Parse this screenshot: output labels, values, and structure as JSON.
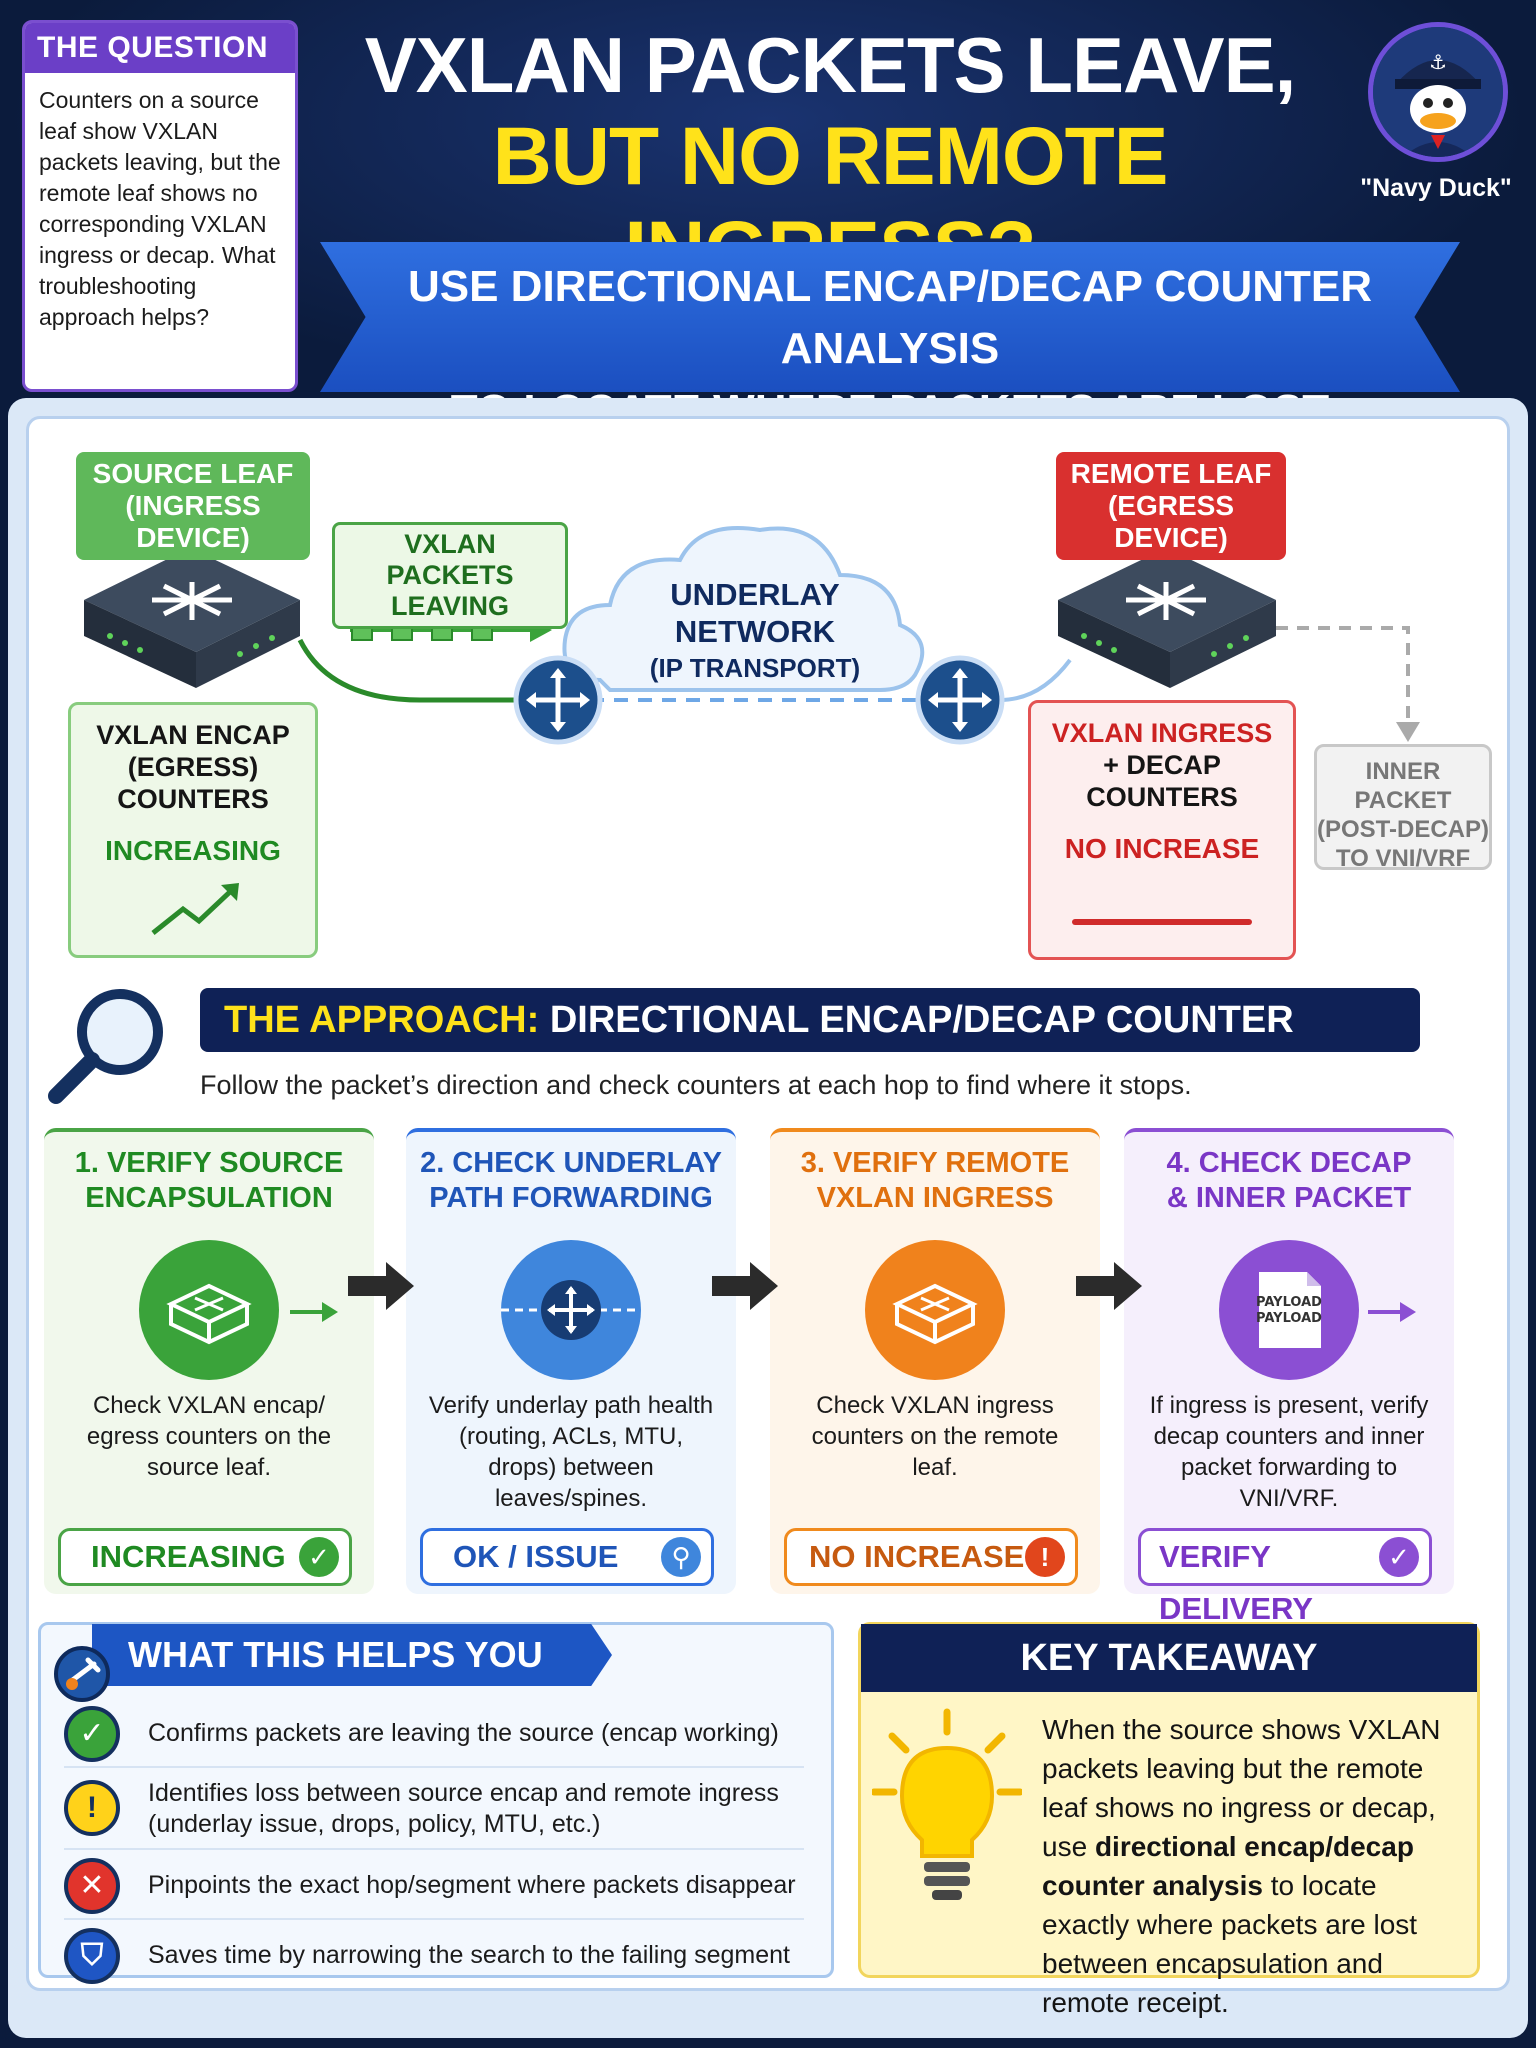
{
  "question": {
    "title": "THE QUESTION",
    "text": "Counters on a source leaf show VXLAN packets leaving, but the remote leaf shows no corresponding VXLAN ingress or decap. What troubleshooting approach helps?"
  },
  "title": {
    "line1": "VXLAN PACKETS LEAVE,",
    "line2": "BUT NO REMOTE INGRESS?",
    "banner_line1": "USE DIRECTIONAL ENCAP/DECAP COUNTER ANALYSIS",
    "banner_line2": "TO LOCATE WHERE PACKETS ARE LOST"
  },
  "mascot": {
    "label": "\"Navy Duck\"",
    "icon": "duck-icon"
  },
  "diagram": {
    "source_label_1": "SOURCE LEAF",
    "source_label_2": "(INGRESS DEVICE)",
    "remote_label_1": "REMOTE LEAF",
    "remote_label_2": "(EGRESS DEVICE)",
    "packets_label_1": "VXLAN PACKETS",
    "packets_label_2": "LEAVING",
    "cloud_line1": "UNDERLAY",
    "cloud_line2": "NETWORK",
    "cloud_line3": "(IP TRANSPORT)",
    "encap_line1": "VXLAN ENCAP",
    "encap_line2": "(EGRESS)",
    "encap_line3": "COUNTERS",
    "encap_status": "INCREASING",
    "decap_line1": "VXLAN INGRESS",
    "decap_line2": "+ DECAP",
    "decap_line3": "COUNTERS",
    "decap_status": "NO INCREASE",
    "inner_line1": "INNER PACKET",
    "inner_line2": "(POST-DECAP)",
    "inner_line3": "TO VNI/VRF"
  },
  "approach": {
    "prefix": "THE APPROACH:",
    "title": "DIRECTIONAL ENCAP/DECAP COUNTER ANALYSIS",
    "subtitle": "Follow the packet’s direction and check counters at each hop to find where it stops."
  },
  "steps": [
    {
      "title1": "1. VERIFY SOURCE",
      "title2": "ENCAPSULATION",
      "desc": "Check VXLAN encap/ egress counters on the source leaf.",
      "status": "INCREASING",
      "status_icon": "check-icon",
      "color": "#3aa33a"
    },
    {
      "title1": "2. CHECK UNDERLAY",
      "title2": "PATH FORWARDING",
      "desc": "Verify underlay path health (routing, ACLs, MTU, drops) between leaves/spines.",
      "status": "OK / ISSUE",
      "status_icon": "magnifier-icon",
      "color": "#3f86dc"
    },
    {
      "title1": "3. VERIFY REMOTE",
      "title2": "VXLAN INGRESS",
      "desc": "Check VXLAN ingress counters on the remote leaf.",
      "status": "NO INCREASE?",
      "status_icon": "warning-icon",
      "color": "#f0821c"
    },
    {
      "title1": "4. CHECK DECAP",
      "title2": "& INNER PACKET",
      "desc": "If ingress is present, verify decap counters and inner packet forwarding to VNI/VRF.",
      "status": "VERIFY DELIVERY",
      "status_icon": "check-icon",
      "color": "#8b4fd3",
      "payload_1": "PAYLOAD",
      "payload_2": "PAYLOAD"
    }
  ],
  "helps": {
    "title": "WHAT THIS HELPS YOU FIND",
    "items": [
      {
        "text": "Confirms packets are leaving the source (encap working)",
        "icon": "check-icon"
      },
      {
        "text": "Identifies loss between source encap and remote ingress (underlay issue, drops, policy, MTU, etc.)",
        "icon": "warning-icon"
      },
      {
        "text": "Pinpoints the exact hop/segment where packets disappear",
        "icon": "x-icon"
      },
      {
        "text": "Saves time by narrowing the search to the failing segment",
        "icon": "shield-icon"
      }
    ]
  },
  "takeaway": {
    "title": "KEY TAKEAWAY",
    "text_1": "When the source shows VXLAN packets leaving but the remote leaf shows no ingress or decap, use ",
    "text_bold": "directional encap/decap counter analysis",
    "text_2": " to locate exactly where packets are lost between encapsulation and remote receipt."
  }
}
